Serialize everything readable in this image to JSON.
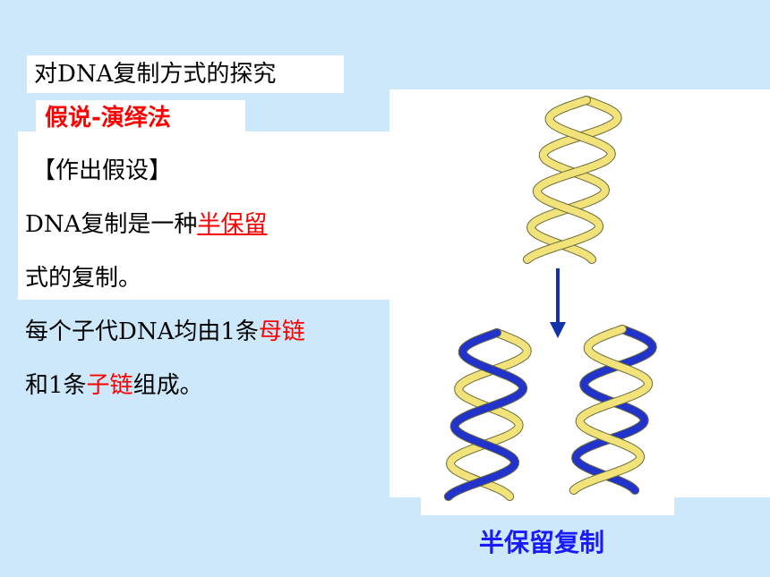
{
  "heading": "对DNA复制方式的探究",
  "method": "假说-演绎法",
  "hypothesis": {
    "label": "【作出假设】",
    "line1_pre": "DNA复制是一种",
    "line1_key": "半保留",
    "line2": "式的复制。",
    "line3_pre": "每个子代DNA均由1条",
    "line3_key": "母链",
    "line4_pre": "和1条",
    "line4_key": "子链",
    "line4_post": "组成。"
  },
  "caption": "半保留复制",
  "colors": {
    "background": "#cce8fa",
    "parent_strand": "#f2e27a",
    "daughter_strand": "#2233cc",
    "arrow": "#1133aa",
    "highlight": "#ff0000",
    "caption": "#1a1aff"
  }
}
